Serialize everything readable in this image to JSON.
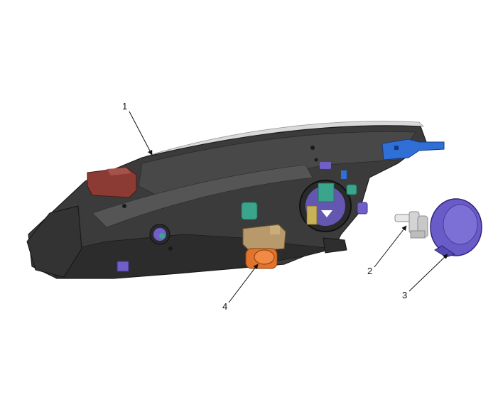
{
  "callouts": [
    {
      "id": "1",
      "label": "1"
    },
    {
      "id": "2",
      "label": "2"
    },
    {
      "id": "3",
      "label": "3"
    },
    {
      "id": "4",
      "label": "4"
    }
  ],
  "colors": {
    "housing": "#3b3b3b",
    "housing_dark": "#262626",
    "housing_light": "#5a5a5a",
    "bracket_red": "#8c3a34",
    "bracket_blue": "#2f6fd6",
    "socket_teal": "#3aa58c",
    "socket_purple": "#6f5fc9",
    "cap_purple": "#6a5cc8",
    "connector_tan": "#b7996c",
    "bulb_orange": "#e0742c",
    "bulb_white": "#e8e8e8"
  }
}
